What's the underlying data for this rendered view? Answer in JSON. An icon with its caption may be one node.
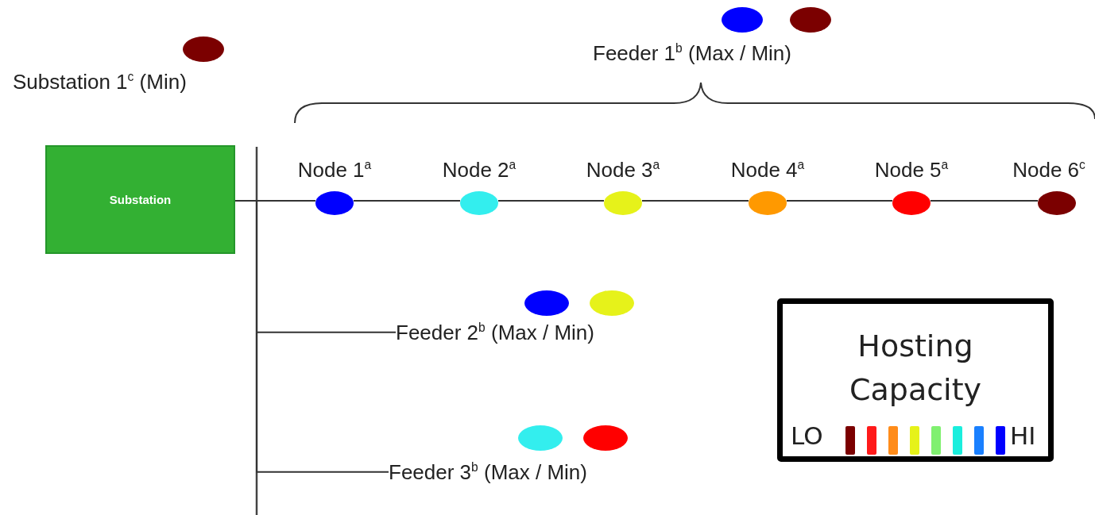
{
  "diagram": {
    "nodes": [
      {
        "text": [],
        "shape": "circle"
      },
      {
        "text": [],
        "shape": "circle"
      },
      {
        "text": [],
        "shape": "circle"
      },
      {
        "text": [
          "Feeder 1$^{b}$ (Max / Min)"
        ]
      },
      {
        "text": [
          "Substation 1$^{c}$  (Min)"
        ]
      },
      {
        "text": [
          "Substation"
        ]
      },
      {
        "text": [],
        "shape": "circle",
        "beside": [
          "Node 1$^{a}$"
        ]
      },
      {
        "text": [],
        "shape": "circle",
        "beside": [
          "Node 2$^{a}$"
        ]
      },
      {
        "text": [],
        "shape": "circle",
        "beside": [
          "Node 3$^{a}$"
        ]
      },
      {
        "text": [],
        "shape": "circle",
        "beside": [
          "Node 4$^{a}$"
        ]
      },
      {
        "text": [],
        "shape": "circle",
        "beside": [
          "Node 5$^{a}$"
        ]
      },
      {
        "text": [],
        "shape": "circle",
        "beside": [
          "Node 6$^{c}$"
        ]
      },
      {
        "text": [],
        "shape": "circle"
      },
      {
        "text": [],
        "shape": "circle"
      },
      {
        "text": [
          "Feeder 2$^{b}$ (Max / Min)"
        ]
      },
      {
        "text": [
          "Hosting Capacity",
          "LO",
          "HI"
        ]
      },
      {
        "text": [],
        "shape": "bar",
        "in": 15
      },
      {
        "text": [],
        "shape": "bar",
        "in": 15
      },
      {
        "text": [],
        "shape": "bar",
        "in": 15
      },
      {
        "text": [],
        "shape": "bar",
        "in": 15
      },
      {
        "text": [],
        "shape": "bar",
        "in": 15
      },
      {
        "text": [],
        "shape": "bar",
        "in": 15
      },
      {
        "text": [],
        "shape": "bar",
        "in": 15
      },
      {
        "text": [],
        "shape": "bar",
        "in": 15
      },
      {
        "text": [],
        "shape": "circle"
      },
      {
        "text": [],
        "shape": "circle"
      },
      {
        "text": [
          "Feeder 3$^{b}$ (Max / Min)"
        ]
      }
    ],
    "edges": [
      {
        "from": 5,
        "to": 6,
        "arrow": "none"
      },
      {
        "from": 6,
        "to": 7,
        "arrow": "none"
      },
      {
        "from": 7,
        "to": 8,
        "arrow": "none"
      },
      {
        "from": 8,
        "to": 9,
        "arrow": "none"
      },
      {
        "from": 9,
        "to": 10,
        "arrow": "none"
      },
      {
        "from": 10,
        "to": 11,
        "arrow": "none"
      },
      {
        "from": 5,
        "to": 14,
        "arrow": "none"
      },
      {
        "from": 5,
        "to": 26,
        "arrow": "none"
      }
    ]
  }
}
